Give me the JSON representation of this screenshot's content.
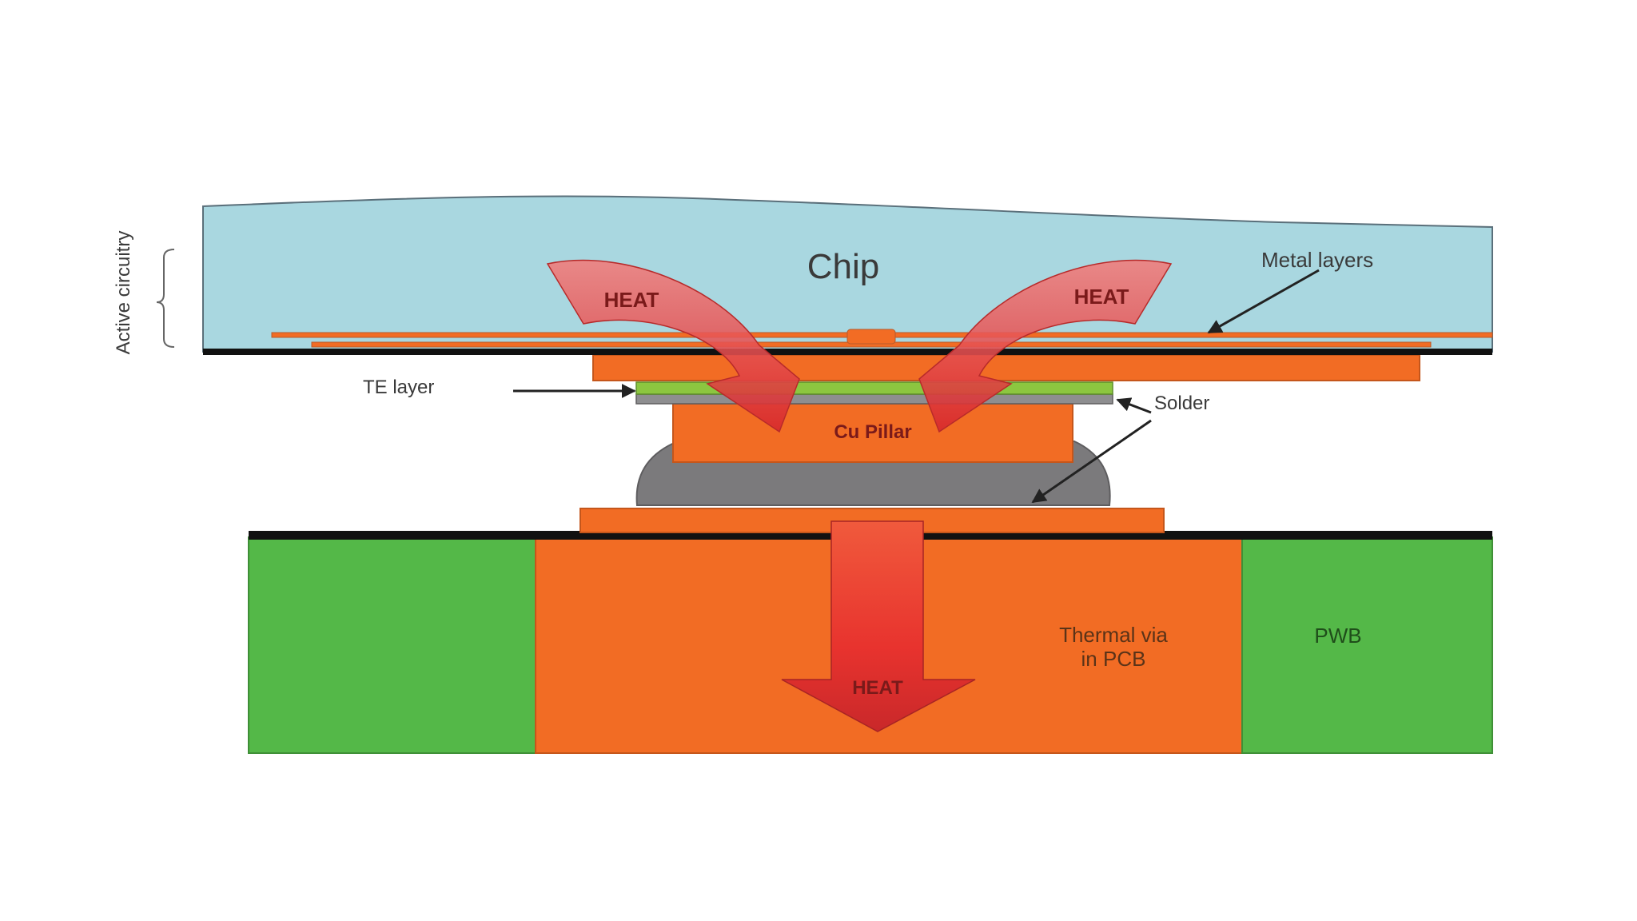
{
  "labels": {
    "chip": "Chip",
    "metal_layers": "Metal layers",
    "active_circuitry": "Active circuitry",
    "te_layer": "TE layer",
    "solder": "Solder",
    "cu_pillar": "Cu Pillar",
    "thermal_via_line1": "Thermal via",
    "thermal_via_line2": "in PCB",
    "pwb": "PWB"
  },
  "arrows": {
    "heat_left": "HEAT",
    "heat_right": "HEAT",
    "heat_down": "HEAT"
  },
  "colors": {
    "chip": "#a9d7e0",
    "copper": "#f26c24",
    "pcb_green": "#54b848",
    "te_green": "#8cc640",
    "solder": "#7b7a7c",
    "heat_arrow": "#e8464c",
    "outline": "#111111"
  }
}
